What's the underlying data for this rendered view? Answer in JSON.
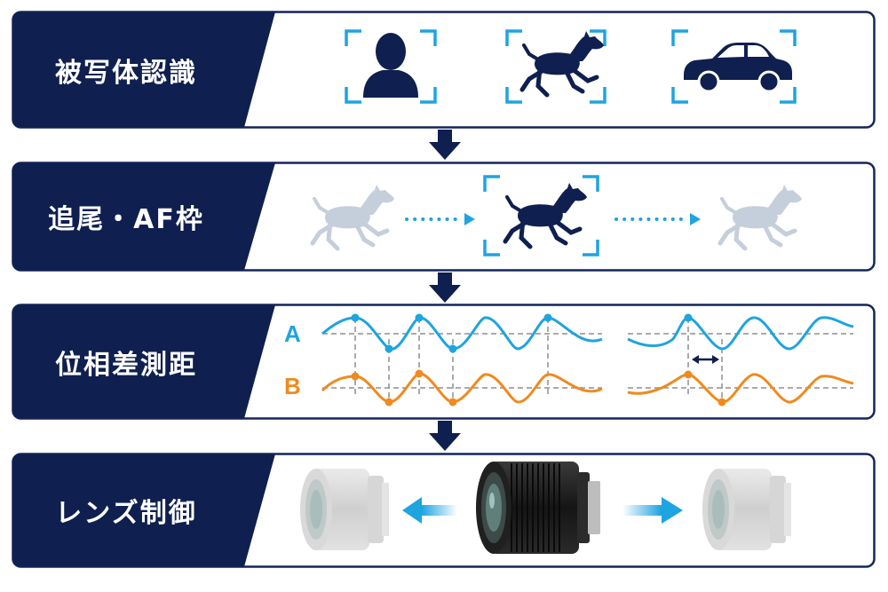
{
  "colors": {
    "navy": "#0f1f4f",
    "accent_blue": "#1ea4e0",
    "accent_orange": "#f08a1e",
    "ghost": "#c5cfdc",
    "border": "#14265a",
    "grid": "#8d8d8d"
  },
  "steps": [
    {
      "label": "被写体認識",
      "icons": [
        "person-icon",
        "dog-icon",
        "car-icon"
      ]
    },
    {
      "label": "追尾・AF枠",
      "icons": [
        "dog-ghost-icon",
        "dog-icon",
        "dog-ghost-icon"
      ]
    },
    {
      "label": "位相差測距",
      "signal_a": "A",
      "signal_b": "B"
    },
    {
      "label": "レンズ制御",
      "icons": [
        "lens-ghost-icon",
        "lens-icon",
        "lens-ghost-icon"
      ]
    }
  ]
}
